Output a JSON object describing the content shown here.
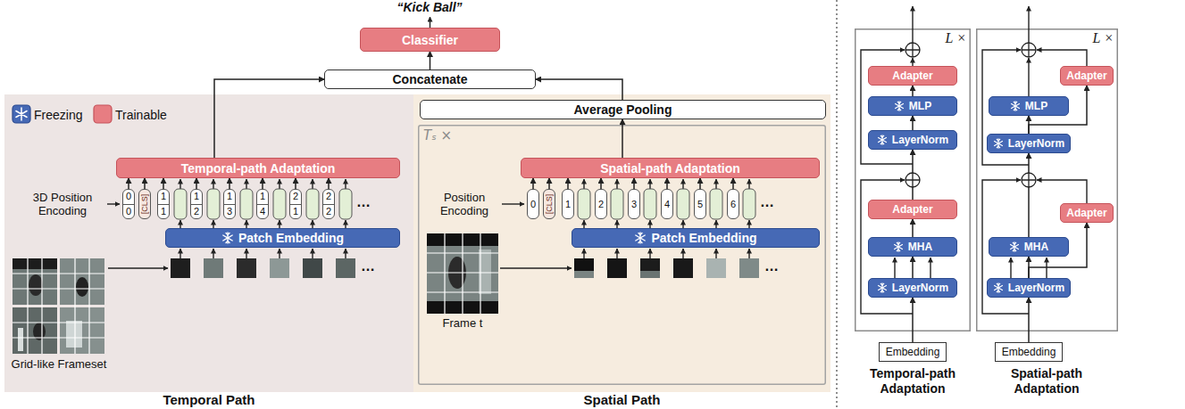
{
  "diagram": {
    "nodes": [
      {
        "text": [
          "Classifier"
        ]
      },
      {
        "text": [
          "Concatenate"
        ]
      },
      {
        "text": [
          "Temporal Path"
        ]
      },
      {
        "text": [
          "Temporal-path Adaptation"
        ],
        "in": 2
      },
      {
        "text": [
          "0",
          "0"
        ],
        "in": 2
      },
      {
        "text": [
          "[CLS]"
        ],
        "in": 2
      },
      {
        "text": [
          "1",
          "1"
        ],
        "in": 2
      },
      {
        "text": [
          "1",
          "2"
        ],
        "in": 2
      },
      {
        "text": [
          "1",
          "3"
        ],
        "in": 2
      },
      {
        "text": [
          "1",
          "4"
        ],
        "in": 2
      },
      {
        "text": [
          "2",
          "1"
        ],
        "in": 2
      },
      {
        "text": [
          "2",
          "2"
        ],
        "in": 2
      },
      {
        "text": [
          "Patch Embedding"
        ],
        "in": 2
      },
      {
        "text": [
          "Spatial Path"
        ]
      },
      {
        "text": [
          "Average Pooling"
        ],
        "in": 13
      },
      {
        "text": [
          "Tₛ ×"
        ],
        "in": 13
      },
      {
        "text": [
          "Spatial-path Adaptation"
        ],
        "in": 15
      },
      {
        "text": [
          "0"
        ],
        "in": 15
      },
      {
        "text": [
          "[CLS]"
        ],
        "in": 15
      },
      {
        "text": [
          "1"
        ],
        "in": 15
      },
      {
        "text": [
          "2"
        ],
        "in": 15
      },
      {
        "text": [
          "3"
        ],
        "in": 15
      },
      {
        "text": [
          "4"
        ],
        "in": 15
      },
      {
        "text": [
          "5"
        ],
        "in": 15
      },
      {
        "text": [
          "6"
        ],
        "in": 15
      },
      {
        "text": [
          "Patch Embedding"
        ],
        "in": 15
      },
      {
        "text": [
          "L ×"
        ]
      },
      {
        "text": [
          "Adapter"
        ],
        "in": 26
      },
      {
        "text": [
          "MLP"
        ],
        "in": 26
      },
      {
        "text": [
          "LayerNorm"
        ],
        "in": 26
      },
      {
        "text": [
          "Adapter"
        ],
        "in": 26
      },
      {
        "text": [
          "MHA"
        ],
        "in": 26
      },
      {
        "text": [
          "LayerNorm"
        ],
        "in": 26
      },
      {
        "text": [
          "Embedding"
        ]
      },
      {
        "text": [
          "L ×"
        ]
      },
      {
        "text": [
          "Adapter"
        ],
        "in": 34
      },
      {
        "text": [
          "MLP"
        ],
        "in": 34
      },
      {
        "text": [
          "LayerNorm"
        ],
        "in": 34
      },
      {
        "text": [
          "Adapter"
        ],
        "in": 34
      },
      {
        "text": [
          "MHA"
        ],
        "in": 34
      },
      {
        "text": [
          "LayerNorm"
        ],
        "in": 34
      },
      {
        "text": [
          "Embedding"
        ]
      }
    ],
    "edges": [
      {
        "from": 1,
        "to": 0,
        "arrow": "to"
      },
      {
        "from": 3,
        "to": 1,
        "arrow": "to"
      },
      {
        "from": 4,
        "to": 3,
        "arrow": "to"
      },
      {
        "from": 5,
        "to": 3,
        "arrow": "to"
      },
      {
        "from": 6,
        "to": 3,
        "arrow": "to"
      },
      {
        "from": 7,
        "to": 3,
        "arrow": "to"
      },
      {
        "from": 8,
        "to": 3,
        "arrow": "to"
      },
      {
        "from": 9,
        "to": 3,
        "arrow": "to"
      },
      {
        "from": 10,
        "to": 3,
        "arrow": "to"
      },
      {
        "from": 11,
        "to": 3,
        "arrow": "to"
      },
      {
        "from": 14,
        "to": 1,
        "arrow": "to"
      },
      {
        "from": 16,
        "to": 14,
        "arrow": "to"
      },
      {
        "from": 17,
        "to": 16,
        "arrow": "to"
      },
      {
        "from": 18,
        "to": 16,
        "arrow": "to"
      },
      {
        "from": 19,
        "to": 16,
        "arrow": "to"
      },
      {
        "from": 20,
        "to": 16,
        "arrow": "to"
      },
      {
        "from": 21,
        "to": 16,
        "arrow": "to"
      },
      {
        "from": 22,
        "to": 16,
        "arrow": "to"
      },
      {
        "from": 23,
        "to": 16,
        "arrow": "to"
      },
      {
        "from": 24,
        "to": 16,
        "arrow": "to"
      },
      {
        "from": 33,
        "to": 32,
        "arrow": "to"
      },
      {
        "from": 32,
        "to": 31,
        "arrow": "to"
      },
      {
        "from": 31,
        "to": 30,
        "arrow": "to"
      },
      {
        "from": 30,
        "to": 29,
        "arrow": "to"
      },
      {
        "from": 29,
        "to": 28,
        "arrow": "to"
      },
      {
        "from": 28,
        "to": 27,
        "arrow": "to"
      },
      {
        "from": 41,
        "to": 40,
        "arrow": "to"
      },
      {
        "from": 40,
        "to": 39,
        "arrow": "to"
      },
      {
        "from": 40,
        "to": 38,
        "arrow": "to"
      },
      {
        "from": 39,
        "to": 37,
        "arrow": "to"
      },
      {
        "from": 37,
        "to": 36,
        "arrow": "to"
      },
      {
        "from": 37,
        "to": 35,
        "arrow": "to"
      }
    ],
    "labels": [
      "“Kick Ball”",
      "3D Position Encoding",
      "…",
      "…",
      "Grid-like Frameset",
      "Position Encoding",
      "…",
      "…",
      "Frame t",
      "Temporal-path Adaptation",
      "Spatial-path Adaptation"
    ],
    "legend": [
      {
        "text": "Freezing"
      },
      {
        "text": "Trainable",
        "color": "#e77d82"
      }
    ]
  }
}
